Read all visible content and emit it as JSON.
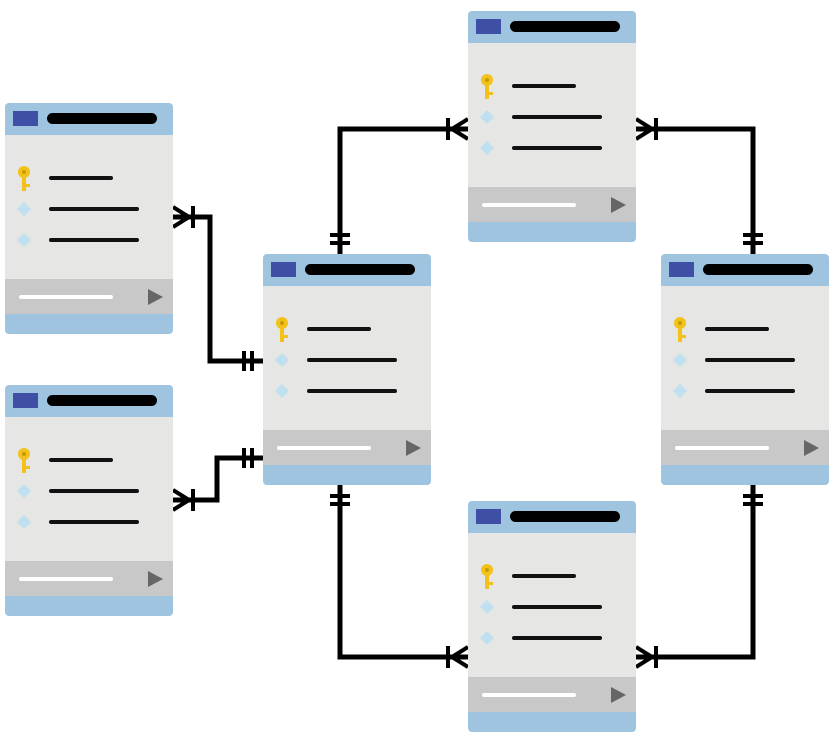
{
  "colors": {
    "background": "#ffffff",
    "panel_frame": "#9ec4e0",
    "panel_body": "#e6e7e5",
    "footer_bar": "#c8c8c8",
    "header_badge": "#3f4fa6",
    "header_bar": "#000000",
    "field_line": "#111111",
    "footer_line": "#ffffff",
    "play_arrow": "#666666",
    "key_icon": "#f2c21b",
    "diamond_icon": "#bfe0f0",
    "connector": "#000000"
  },
  "icons": {
    "badge": "header-badge-icon",
    "primary_key": "key-icon",
    "attribute": "diamond-icon",
    "footer_action": "play-icon",
    "connector_end_many": "crowfoot-many-icon",
    "connector_end_one": "double-bar-one-icon"
  },
  "tables": [
    {
      "id": "table-left-top",
      "fields": [
        "key",
        "attr",
        "attr"
      ]
    },
    {
      "id": "table-left-bottom",
      "fields": [
        "key",
        "attr",
        "attr"
      ]
    },
    {
      "id": "table-center",
      "fields": [
        "key",
        "attr",
        "attr"
      ]
    },
    {
      "id": "table-top",
      "fields": [
        "key",
        "attr",
        "attr"
      ]
    },
    {
      "id": "table-right",
      "fields": [
        "key",
        "attr",
        "attr"
      ]
    },
    {
      "id": "table-bottom",
      "fields": [
        "key",
        "attr",
        "attr"
      ]
    }
  ],
  "relationships": [
    {
      "from": "table-left-top",
      "from_end": "many",
      "to": "table-center",
      "to_end": "one"
    },
    {
      "from": "table-left-bottom",
      "from_end": "many",
      "to": "table-center",
      "to_end": "one"
    },
    {
      "from": "table-center",
      "from_end": "one",
      "to": "table-top",
      "to_end": "many"
    },
    {
      "from": "table-top",
      "from_end": "many",
      "to": "table-right",
      "to_end": "one"
    },
    {
      "from": "table-center",
      "from_end": "one",
      "to": "table-bottom",
      "to_end": "many"
    },
    {
      "from": "table-right",
      "from_end": "one",
      "to": "table-bottom",
      "to_end": "many"
    }
  ]
}
